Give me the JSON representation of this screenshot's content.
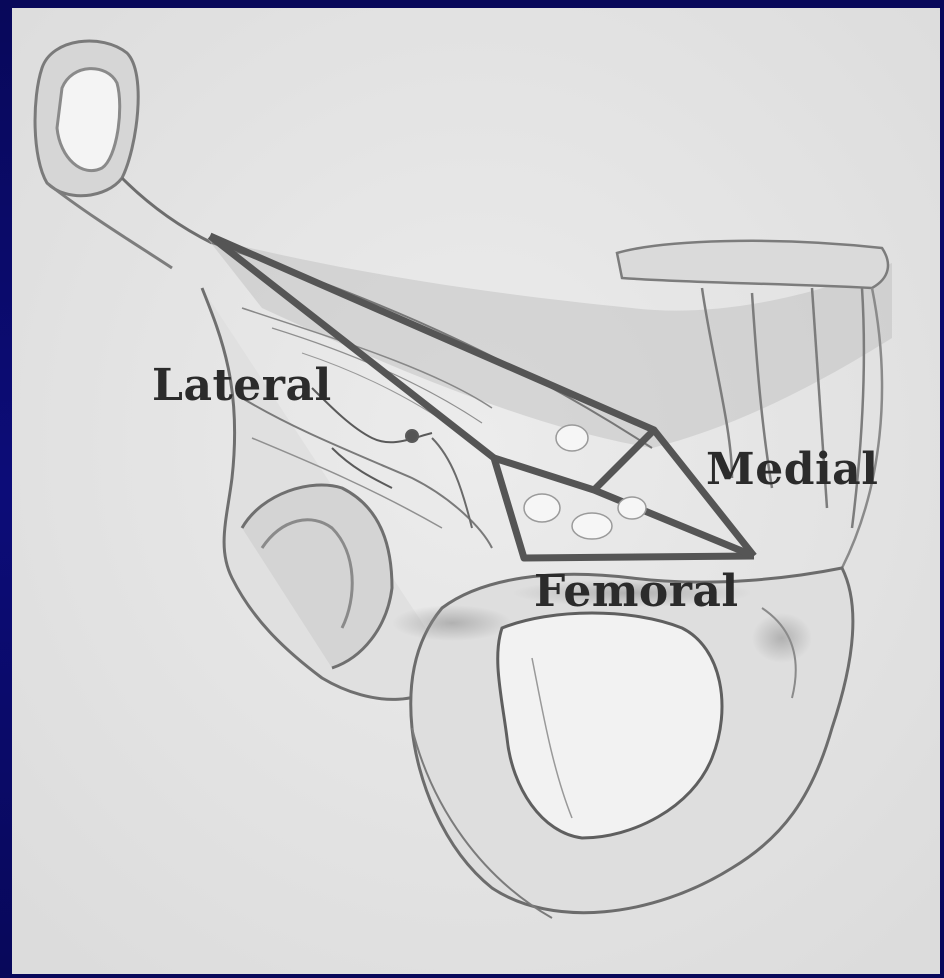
{
  "labels": {
    "lateral": "Lateral",
    "medial": "Medial",
    "femoral": "Femoral"
  },
  "colors": {
    "background": "#0a0a6e",
    "paper": "#e7e7e7",
    "outline": "#555555",
    "label": "#2b2b2b"
  }
}
